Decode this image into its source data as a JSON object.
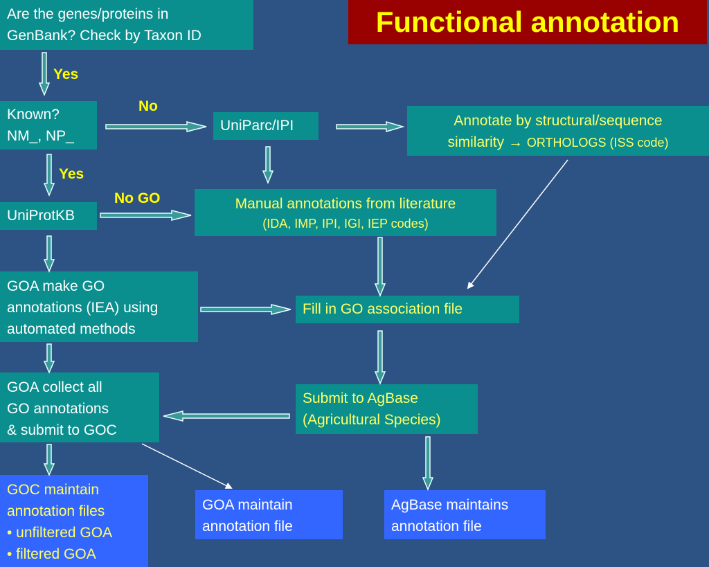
{
  "title": "Functional annotation",
  "boxes": {
    "genbank": [
      "Are the genes/proteins in",
      "GenBank? Check by Taxon ID"
    ],
    "known": [
      "Known?",
      "NM_, NP_"
    ],
    "uniparc": "UniParc/IPI",
    "annotate_similarity": [
      "Annotate by structural/sequence",
      "similarity",
      "→",
      "ORTHOLOGS (ISS code)"
    ],
    "uniprotkb": "UniProtKB",
    "manual": [
      "Manual annotations from literature",
      "(IDA, IMP, IPI, IGI, IEP codes)"
    ],
    "goa_make": [
      "GOA make GO",
      "annotations (IEA) using",
      "automated methods"
    ],
    "fill_in": "Fill in GO association file",
    "goa_collect": [
      "GOA collect all",
      "GO annotations",
      "& submit to GOC"
    ],
    "submit_agbase": [
      "Submit to AgBase",
      "(Agricultural Species)"
    ],
    "goc_maintain": [
      "GOC maintain",
      "annotation files",
      "• unfiltered GOA",
      "• filtered GOA"
    ],
    "goa_maintain": [
      "GOA maintain",
      "annotation file"
    ],
    "agbase_maintains": [
      "AgBase maintains",
      "annotation file"
    ]
  },
  "labels": {
    "yes_1": "Yes",
    "no": "No",
    "yes_2": "Yes",
    "no_go": "No GO"
  },
  "colors": {
    "background": "#2d5284",
    "teal_box": "#0a8e8e",
    "blue_box": "#3366ff",
    "title_bg": "#990000",
    "title_text": "#ffff00",
    "label_text": "#ffff00"
  }
}
